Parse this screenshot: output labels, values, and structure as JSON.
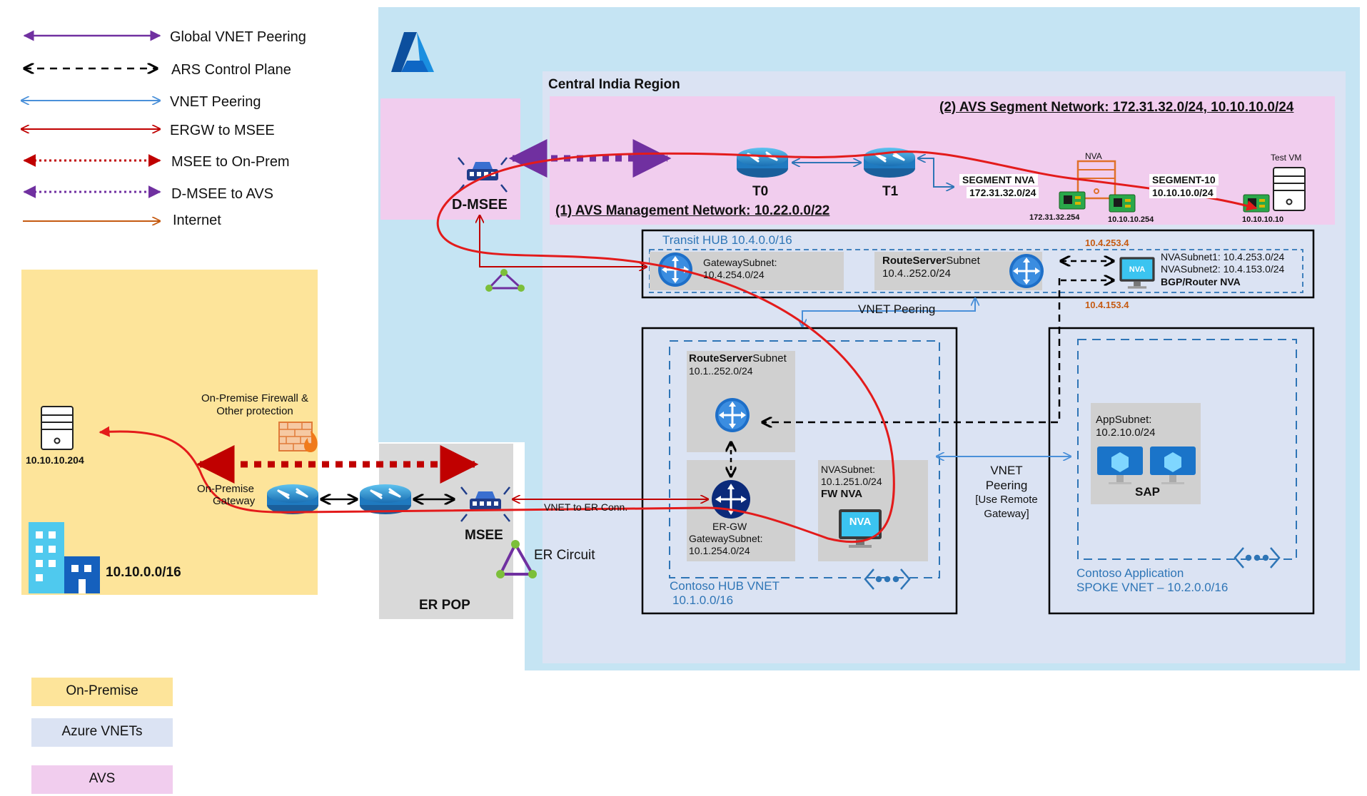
{
  "legend": {
    "items": [
      {
        "label": "Global VNET Peering",
        "color": "#7030a0",
        "style": "solid-double-arrow"
      },
      {
        "label": "ARS Control Plane",
        "color": "#000000",
        "style": "dashed-double-arrow"
      },
      {
        "label": "VNET Peering",
        "color": "#4a90d9",
        "style": "solid-double-arrow"
      },
      {
        "label": "ERGW to MSEE",
        "color": "#c00000",
        "style": "solid-double-arrow"
      },
      {
        "label": "MSEE to On-Prem",
        "color": "#c00000",
        "style": "dotted-double-arrow"
      },
      {
        "label": "D-MSEE to  AVS",
        "color": "#7030a0",
        "style": "dotted-double-arrow"
      },
      {
        "label": "Internet",
        "color": "#c55a11",
        "style": "solid-arrow"
      }
    ],
    "swatches": [
      {
        "label": "On-Premise",
        "color": "#fde49a"
      },
      {
        "label": "Azure VNETs",
        "color": "#dbe3f3"
      },
      {
        "label": "AVS",
        "color": "#f1cdee"
      }
    ]
  },
  "colors": {
    "azure_bg": "#c5e4f3",
    "region_bg": "#dbe3f3",
    "avs_bg": "#f1cdee",
    "onprem_bg": "#fde49a",
    "er_pop_bg": "#d9d9d9",
    "red_path": "#e31b1b",
    "orange_label": "#c55a11",
    "vnet_label": "#2e75b6"
  },
  "azure": {
    "logo_icon": "azure-logo-icon"
  },
  "region": {
    "title": "Central India Region"
  },
  "avs": {
    "segment_network": "(2) AVS Segment Network: 172.31.32.0/24, 10.10.10.0/24",
    "management_network": "(1) AVS Management Network: 10.22.0.0/22",
    "t0": "T0",
    "t1": "T1",
    "nva": "NVA",
    "segment_nva_name": "SEGMENT NVA",
    "segment_nva_cidr": "172.31.32.0/24",
    "segment10_name": "SEGMENT-10",
    "segment10_cidr": "10.10.10.0/24",
    "nic1_ip": "172.31.32.254",
    "nic2_ip": "10.10.10.254",
    "test_vm": "Test VM",
    "test_vm_ip": "10.10.10.10"
  },
  "dmsee": {
    "label": "D-MSEE"
  },
  "transit_hub": {
    "title": "Transit HUB  10.4.0.0/16",
    "gateway_subnet_name": "GatewaySubnet:",
    "gateway_subnet_cidr": "10.4.254.0/24",
    "route_server_bold": "RouteServer",
    "route_server_rest": "Subnet",
    "route_server_cidr": "10.4..252.0/24",
    "nva_subnet1": "NVASubnet1: 10.4.253.0/24",
    "nva_subnet2": "NVASubnet2: 10.4.153.0/24",
    "nva_role": "BGP/Router NVA",
    "nva_ip1": "10.4.253.4",
    "nva_ip2": "10.4.153.4",
    "nva_badge": "NVA"
  },
  "vnet_peering_label": "VNET Peering",
  "hub_vnet": {
    "route_server_bold": "RouteServer",
    "route_server_rest": "Subnet",
    "route_server_cidr": "10.1..252.0/24",
    "ergw_label": "ER-GW",
    "gateway_subnet": "GatewaySubnet:",
    "gateway_subnet_cidr": "10.1.254.0/24",
    "nva_subnet": "NVASubnet:",
    "nva_subnet_cidr": "10.1.251.0/24",
    "fw_nva": "FW NVA",
    "nva_badge": "NVA",
    "title": "Contoso HUB VNET",
    "cidr": "10.1.0.0/16"
  },
  "spoke_peering": {
    "line1": "VNET",
    "line2": "Peering",
    "line3": "[Use Remote",
    "line4": "Gateway]"
  },
  "spoke_vnet": {
    "app_subnet": "AppSubnet:",
    "app_subnet_cidr": "10.2.10.0/24",
    "sap": "SAP",
    "title": "Contoso Application",
    "subtitle": "SPOKE VNET – 10.2.0.0/16"
  },
  "onprem": {
    "server_ip": "10.10.10.204",
    "firewall_line1": "On-Premise Firewall &",
    "firewall_line2": "Other protection",
    "gateway_line1": "On-Premise",
    "gateway_line2": "Gateway",
    "network_cidr": "10.10.0.0/16"
  },
  "er_pop": {
    "msee": "MSEE",
    "title": "ER POP",
    "er_circuit": "ER Circuit",
    "vnet_to_er": "VNET to ER Conn."
  }
}
